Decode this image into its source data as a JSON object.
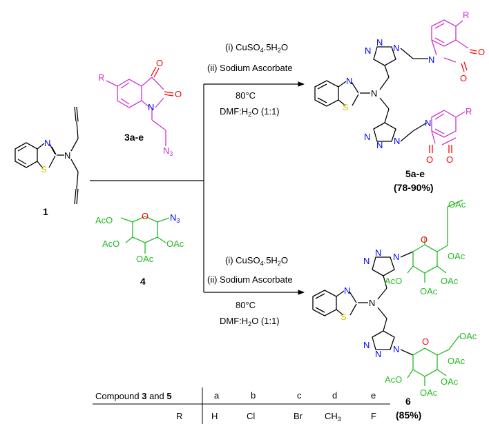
{
  "reagents_top": {
    "line1": "(i) CuSO",
    "line1_sub": "4",
    "line1_rest": ".5H",
    "line1_sub2": "2",
    "line1_end": "O",
    "line2": "(ii) Sodium Ascorbate",
    "temp": "80°C",
    "solvent_a": "DMF:H",
    "solvent_sub": "2",
    "solvent_b": "O (1:1)"
  },
  "reagents_bottom": {
    "line1": "(i) CuSO",
    "line1_sub": "4",
    "line1_rest": ".5H",
    "line1_sub2": "2",
    "line1_end": "O",
    "line2": "(ii) Sodium Ascorbate",
    "temp": "80°C",
    "solvent_a": "DMF:H",
    "solvent_sub": "2",
    "solvent_b": "O (1:1)"
  },
  "compounds": {
    "c1": "1",
    "c3": "3a-e",
    "c4": "4",
    "c5": "5a-e",
    "c5_yield": "(78-90%)",
    "c6": "6",
    "c6_yield": "(85%)"
  },
  "atoms": {
    "N": "N",
    "S": "S",
    "O": "O",
    "R": "R",
    "N3": "N",
    "N3_sub": "3",
    "OAc": "OAc",
    "AcO": "AcO"
  },
  "table": {
    "head_prefix": "Compound ",
    "head_bold1": "3",
    "head_mid": " and ",
    "head_bold2": "5",
    "row_label": "R",
    "cols": [
      "a",
      "b",
      "c",
      "d",
      "e"
    ],
    "vals": [
      "H",
      "Cl",
      "Br",
      "CH",
      "F"
    ],
    "ch3_sub": "3"
  },
  "colors": {
    "black": "#000000",
    "magenta": "#cc33cc",
    "red": "#ff0000",
    "blue": "#0000ff",
    "green": "#22bb22",
    "sulfur": "#cccc00"
  }
}
